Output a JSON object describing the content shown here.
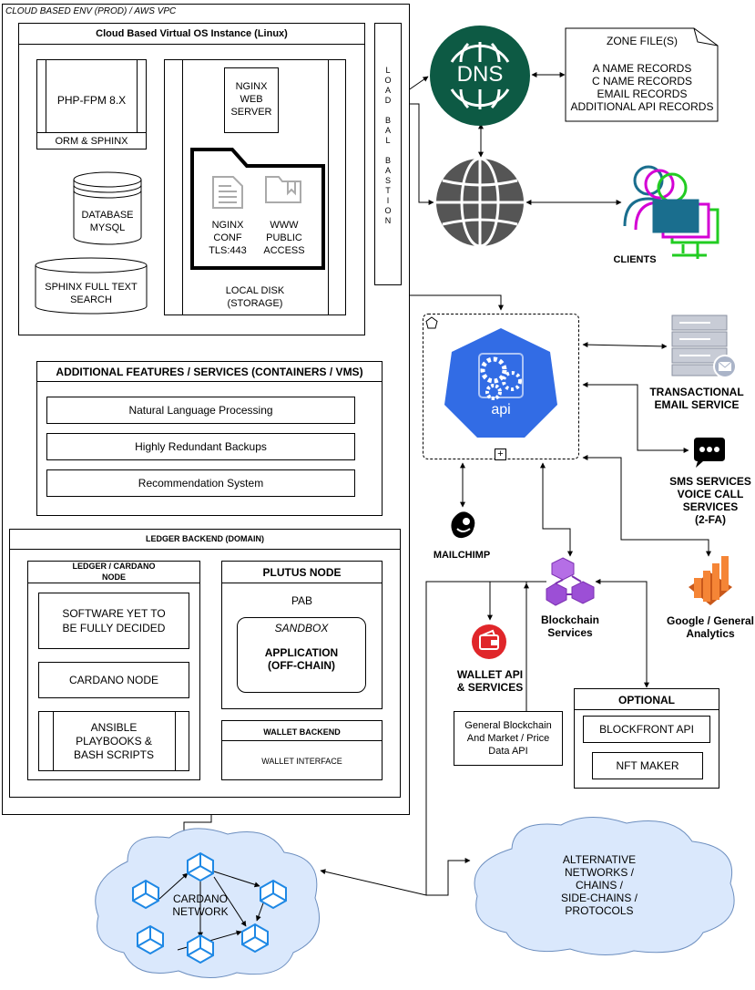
{
  "vpc": {
    "title": "CLOUD BASED ENV (PROD) / AWS VPC"
  },
  "vm": {
    "title": "Cloud Based Virtual OS Instance (Linux)",
    "php": "PHP-FPM 8.X",
    "orm": "ORM & SPHINX",
    "database": "DATABASE\nMYSQL",
    "sphinx": "SPHINX FULL TEXT\nSEARCH",
    "nginx": "NGINX\nWEB\nSERVER",
    "nginx_conf": "NGINX\nCONF\nTLS:443",
    "www": "WWW\nPUBLIC\nACCESS",
    "local_disk": "LOCAL DISK\n(STORAGE)"
  },
  "load_balancer": {
    "label": "L\nO\nA\nD\n\nB\nA\nL\n\nB\nA\nS\nT\nI\nO\nN"
  },
  "dns": {
    "label": "DNS"
  },
  "zone_file": {
    "title": "ZONE FILE(S)",
    "lines": "A NAME RECORDS\nC NAME RECORDS\nEMAIL RECORDS\nADDITIONAL API RECORDS"
  },
  "clients": {
    "label": "CLIENTS"
  },
  "features": {
    "title": "ADDITIONAL FEATURES / SERVICES (CONTAINERS / VMS)",
    "items": [
      "Natural Language Processing",
      "Highly Redundant Backups",
      "Recommendation System"
    ]
  },
  "api": {
    "label": "api",
    "plus": "+"
  },
  "transactional_email": {
    "label": "TRANSACTIONAL\nEMAIL SERVICE"
  },
  "sms": {
    "label": "SMS SERVICES\nVOICE CALL\nSERVICES\n(2-FA)"
  },
  "mailchimp": {
    "label": "MAILCHIMP"
  },
  "blockchain": {
    "label": "Blockchain\nServices"
  },
  "analytics": {
    "label": "Google / General\nAnalytics"
  },
  "wallet_api": {
    "label": "WALLET API\n& SERVICES"
  },
  "market_api": {
    "label": "General Blockchain\nAnd Market / Price\nData API"
  },
  "optional": {
    "title": "OPTIONAL",
    "blockfront": "BLOCKFRONT API",
    "nft": "NFT MAKER"
  },
  "ledger": {
    "title": "LEDGER BACKEND (DOMAIN)",
    "node_title": "LEDGER / CARDANO\nNODE",
    "software": "SOFTWARE YET TO\nBE FULLY DECIDED",
    "cardano_node": "CARDANO NODE",
    "ansible": "ANSIBLE\nPLAYBOOKS &\nBASH SCRIPTS",
    "plutus_title": "PLUTUS NODE",
    "pab": "PAB",
    "sandbox": "SANDBOX",
    "application": "APPLICATION\n(OFF-CHAIN)",
    "wallet_backend": "WALLET BACKEND",
    "wallet_interface": "WALLET INTERFACE"
  },
  "cardano_network": {
    "label": "CARDANO\nNETWORK"
  },
  "alt_networks": {
    "label": "ALTERNATIVE\nNETWORKS /\nCHAINS /\nSIDE-CHAINS /\nPROTOCOLS"
  },
  "colors": {
    "dns_green": "#0d5a44",
    "globe_gray": "#555555",
    "k8s_blue": "#326ce5",
    "cloud_fill": "#dae8fc",
    "node_blue": "#1e88e5",
    "blockchain_purple": "#9c4fd6",
    "wallet_red": "#e0262a",
    "analytics_orange": "#f58536",
    "client_magenta": "#d400d4",
    "client_green": "#22cc22",
    "client_teal": "#1a6e8e"
  }
}
